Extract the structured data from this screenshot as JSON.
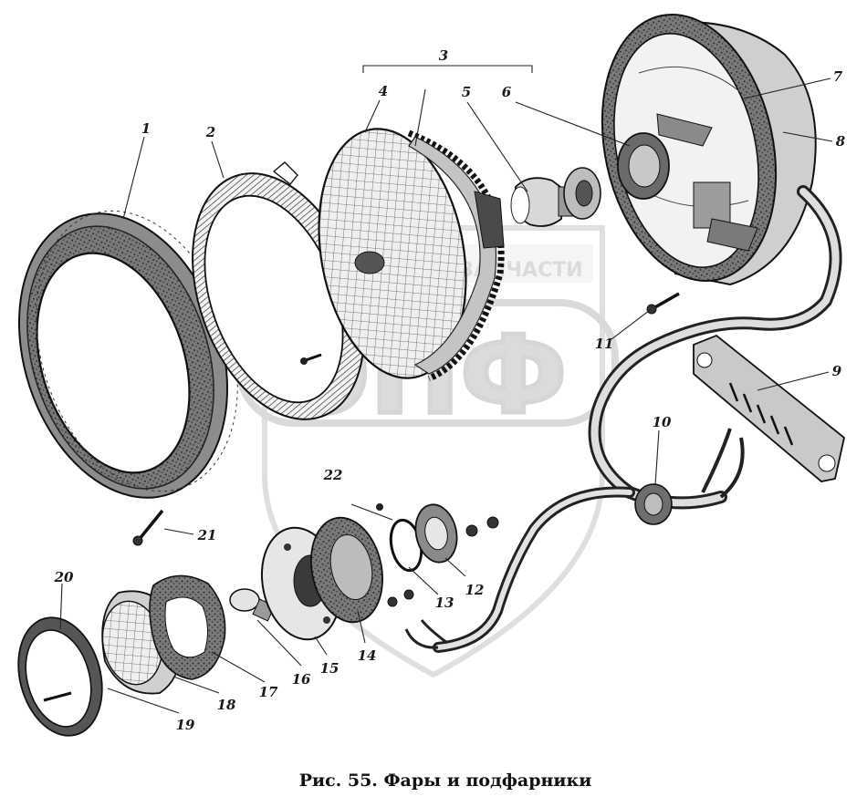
{
  "caption": "Рис. 55. Фары и подфарники",
  "watermark": {
    "banner_text": "ТЕХНИЧЕСКИЕ ЗАПЧАСТИ",
    "logo_text": "ЭПФ"
  },
  "group_label": "3",
  "callouts": [
    {
      "id": "1"
    },
    {
      "id": "2"
    },
    {
      "id": "4"
    },
    {
      "id": "5"
    },
    {
      "id": "6"
    },
    {
      "id": "7"
    },
    {
      "id": "8"
    },
    {
      "id": "9"
    },
    {
      "id": "10"
    },
    {
      "id": "11"
    },
    {
      "id": "12"
    },
    {
      "id": "13"
    },
    {
      "id": "14"
    },
    {
      "id": "15"
    },
    {
      "id": "16"
    },
    {
      "id": "17"
    },
    {
      "id": "18"
    },
    {
      "id": "19"
    },
    {
      "id": "20"
    },
    {
      "id": "21"
    },
    {
      "id": "22"
    }
  ]
}
